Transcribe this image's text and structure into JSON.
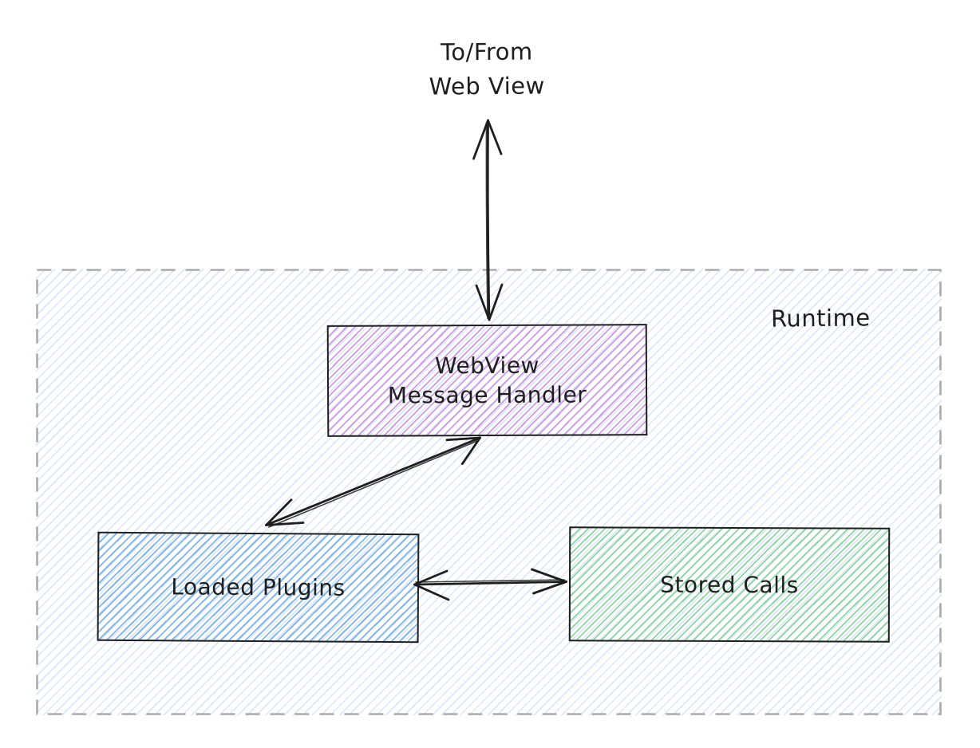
{
  "external_label": {
    "line1": "To/From",
    "line2": "Web View"
  },
  "runtime": {
    "label": "Runtime"
  },
  "nodes": {
    "webview_message_handler": {
      "line1": "WebView",
      "line2": "Message Handler"
    },
    "loaded_plugins": {
      "label": "Loaded Plugins"
    },
    "stored_calls": {
      "label": "Stored Calls"
    }
  },
  "edges": [
    {
      "from": "Web View (external)",
      "to": "WebView Message Handler",
      "style": "double-headed-arrow"
    },
    {
      "from": "WebView Message Handler",
      "to": "Loaded Plugins",
      "style": "double-headed-arrow"
    },
    {
      "from": "Loaded Plugins",
      "to": "Stored Calls",
      "style": "double-headed-arrow"
    }
  ],
  "colors": {
    "stroke": "#1e1e1e",
    "text": "#1e1e1e",
    "purple_hatch": "#cf9be4",
    "blue_hatch": "#84b6e8",
    "green_hatch": "#8fd4a4",
    "runtime_hatch": "#dbe7f6",
    "runtime_border": "#ababab"
  }
}
